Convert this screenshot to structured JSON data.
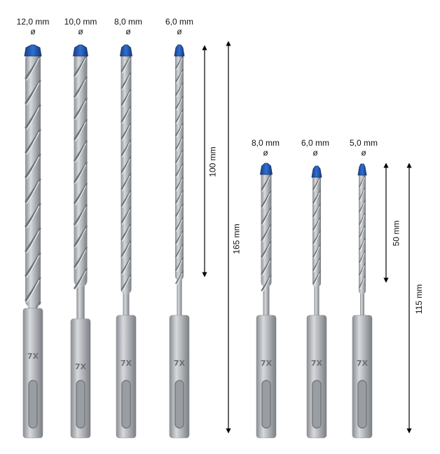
{
  "labels_long": [
    {
      "size": "12,0 mm",
      "symbol": "ø"
    },
    {
      "size": "10,0 mm",
      "symbol": "ø"
    },
    {
      "size": "8,0 mm",
      "symbol": "ø"
    },
    {
      "size": "6,0 mm",
      "symbol": "ø"
    }
  ],
  "labels_short": [
    {
      "size": "8,0 mm",
      "symbol": "ø"
    },
    {
      "size": "6,0 mm",
      "symbol": "ø"
    },
    {
      "size": "5,0 mm",
      "symbol": "ø"
    }
  ],
  "dimensions": {
    "working_long": "100 mm",
    "total_long": "165 mm",
    "working_short": "50 mm",
    "total_short": "115 mm"
  },
  "shank_marking": "7X",
  "colors": {
    "tip": "#1f5bb5",
    "steel": "#b9bcc0",
    "steel_dark": "#7d8186",
    "line": "#000000"
  }
}
